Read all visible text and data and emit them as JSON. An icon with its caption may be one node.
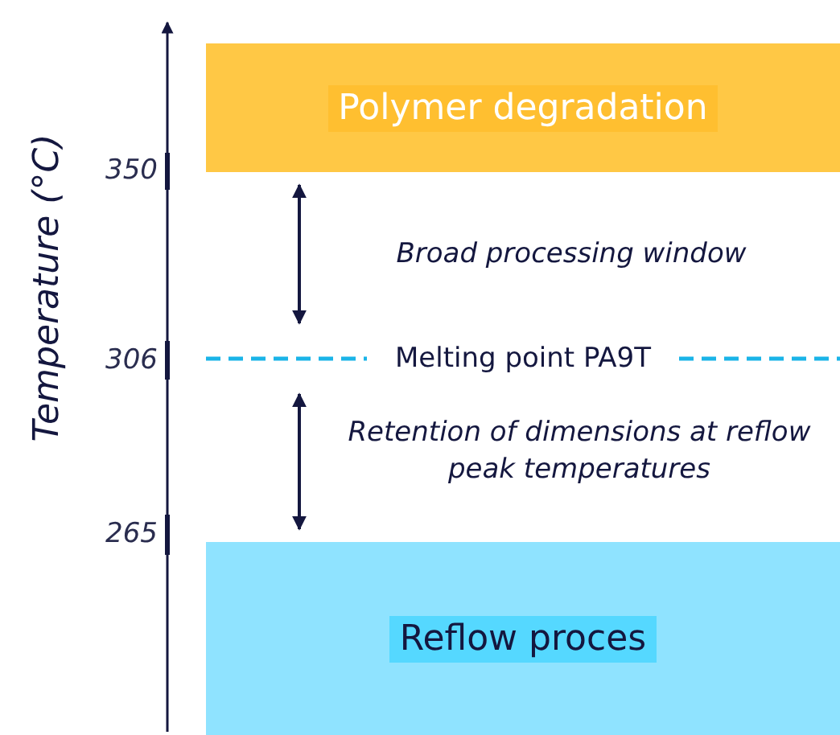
{
  "diagram": {
    "nodes": [
      {
        "text": [
          "Polymer degradation"
        ]
      },
      {
        "text": [
          "Reflow proces"
        ]
      },
      {
        "text": [
          "Melting point PA9T"
        ]
      }
    ],
    "edges": [
      {
        "from": 0,
        "to": 2,
        "arrow": "both",
        "label": "Broad processing window"
      },
      {
        "from": 2,
        "to": 1,
        "arrow": "both",
        "label": "Retention of dimensions at reflow peak temperatures"
      }
    ],
    "labels": [
      "Temperature (°C)",
      "350",
      "306",
      "265"
    ]
  }
}
